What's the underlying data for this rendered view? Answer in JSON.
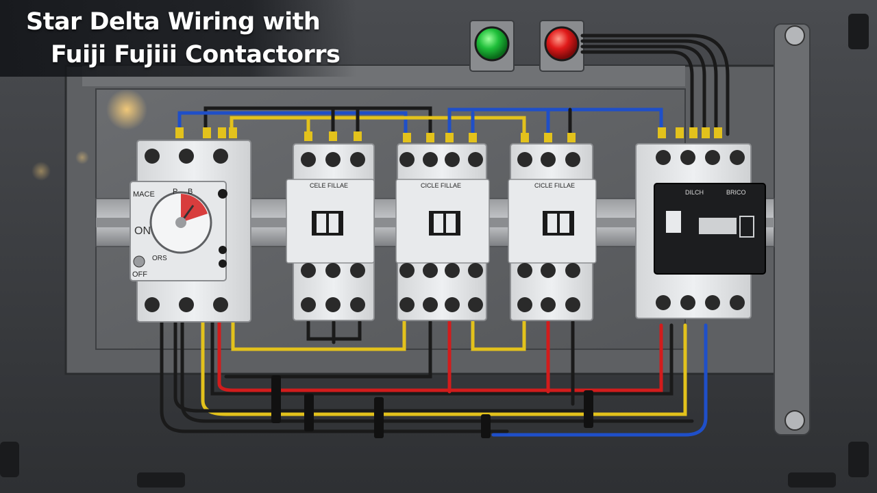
{
  "title": {
    "line1": "Star Delta Wiring with",
    "line2": "Fuiji Fujiii Contactorrs"
  },
  "indicators": [
    {
      "name": "green-pilot-lamp",
      "color": "#1fbf3a"
    },
    {
      "name": "red-pilot-lamp",
      "color": "#e01a1a"
    }
  ],
  "timer": {
    "label_top_left": "MACE",
    "label_p": "P",
    "label_b": "B",
    "label_on": "ON",
    "label_ors": "ORS",
    "label_off": "OFF"
  },
  "contactors": [
    {
      "name": "main-contactor",
      "label": "CELE FILLAE"
    },
    {
      "name": "delta-contactor",
      "label": "CICLE FILLAE"
    },
    {
      "name": "star-contactor",
      "label": "CICLE FILLAE"
    }
  ],
  "overload_relay": {
    "label_left": "DILCH",
    "label_right": "BRICO"
  },
  "wire_colors": {
    "black": "#1a1a1a",
    "blue": "#1f4fc8",
    "yellow": "#e3c21c",
    "red": "#d21c1c"
  }
}
